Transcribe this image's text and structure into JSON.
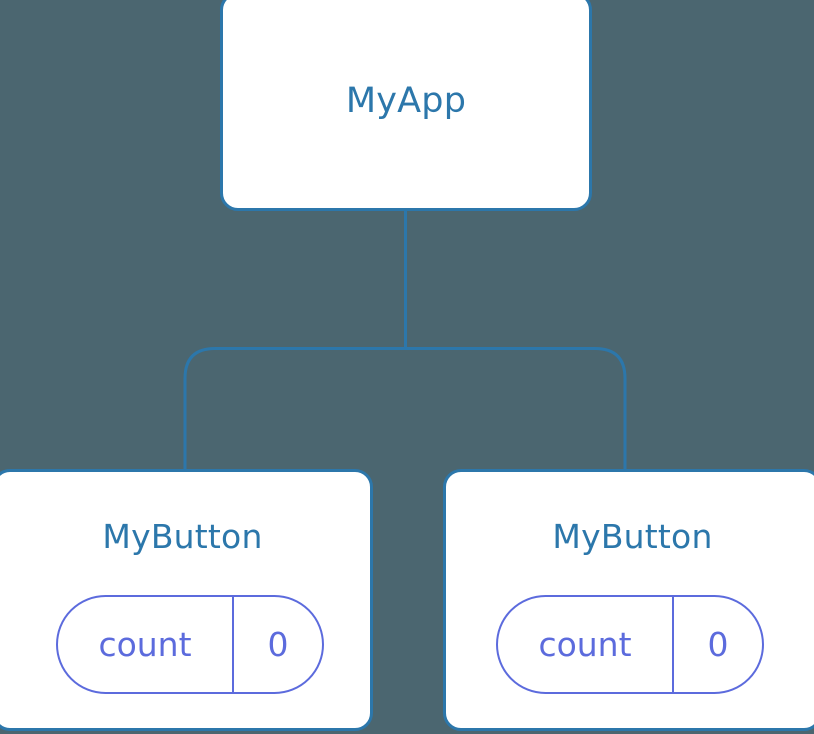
{
  "diagram": {
    "type": "component-tree",
    "background_color": "#4b6670",
    "node_border_color": "#2c77ab",
    "node_fill_color": "#ffffff",
    "node_label_color": "#2c77ab",
    "connector_color": "#2c77ab",
    "state_badge_color": "#5c6bdd"
  },
  "root": {
    "label": "MyApp"
  },
  "children": [
    {
      "label": "MyButton",
      "state": {
        "key": "count",
        "value": "0"
      }
    },
    {
      "label": "MyButton",
      "state": {
        "key": "count",
        "value": "0"
      }
    }
  ]
}
